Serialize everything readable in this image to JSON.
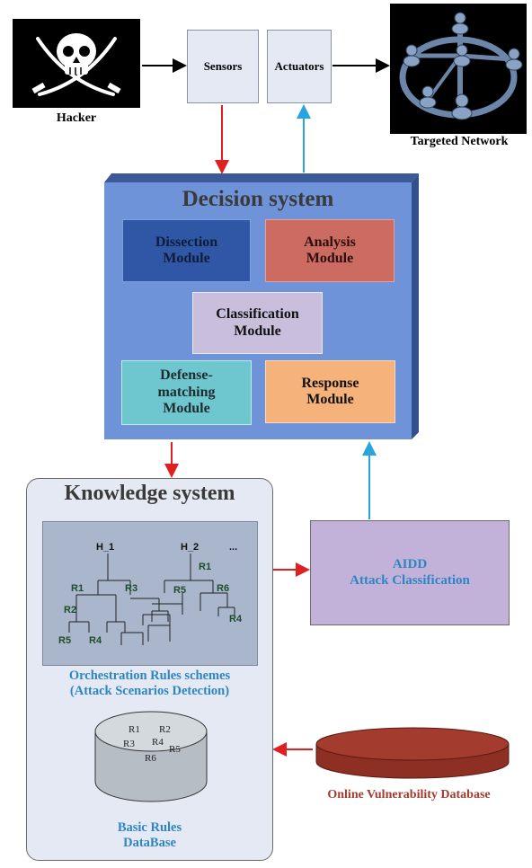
{
  "hacker": {
    "label": "Hacker",
    "icon": "skull-crossbones-icon"
  },
  "sensors": {
    "label": "Sensors"
  },
  "actuators": {
    "label": "Actuators"
  },
  "targeted_network": {
    "label": "Targeted Network",
    "icon": "network-icon"
  },
  "decision_system": {
    "title": "Decision system",
    "modules": {
      "dissection": "Dissection\nModule",
      "analysis": "Analysis\nModule",
      "classification": "Classification\nModule",
      "defense_matching": "Defense-\nmatching\nModule",
      "response": "Response\nModule"
    }
  },
  "knowledge_system": {
    "title": "Knowledge system",
    "tree": {
      "hypotheses": [
        "H_1",
        "H_2",
        "..."
      ],
      "rules": [
        "R1",
        "R2",
        "R3",
        "R4",
        "R5",
        "R1",
        "R5",
        "R6",
        "R4"
      ]
    },
    "orchestration_caption": "Orchestration Rules schemes\n(Attack Scenarios Detection)",
    "basic_rules": {
      "items": [
        "R1",
        "R2",
        "R3",
        "R4",
        "R5",
        "R6"
      ],
      "caption": "Basic Rules\nDataBase"
    }
  },
  "aidd": {
    "label": "AIDD\nAttack Classification"
  },
  "online_db": {
    "label": "Online Vulnerability Database"
  },
  "colors": {
    "decision_fill": "#6f93d8",
    "decision_side": "#34508c",
    "dissection": "#2f57a5",
    "analysis": "#cb6b61",
    "classification": "#c9bedb",
    "defense": "#6ec6cf",
    "response": "#f5b27a",
    "knowledge_fill": "#e4e9f4",
    "aidd": "#c2b1d9",
    "db_red": "#a33b2e",
    "red_arrow": "#e02020",
    "blue_arrow": "#2aa4dc",
    "teal_text": "#2e86c1"
  }
}
